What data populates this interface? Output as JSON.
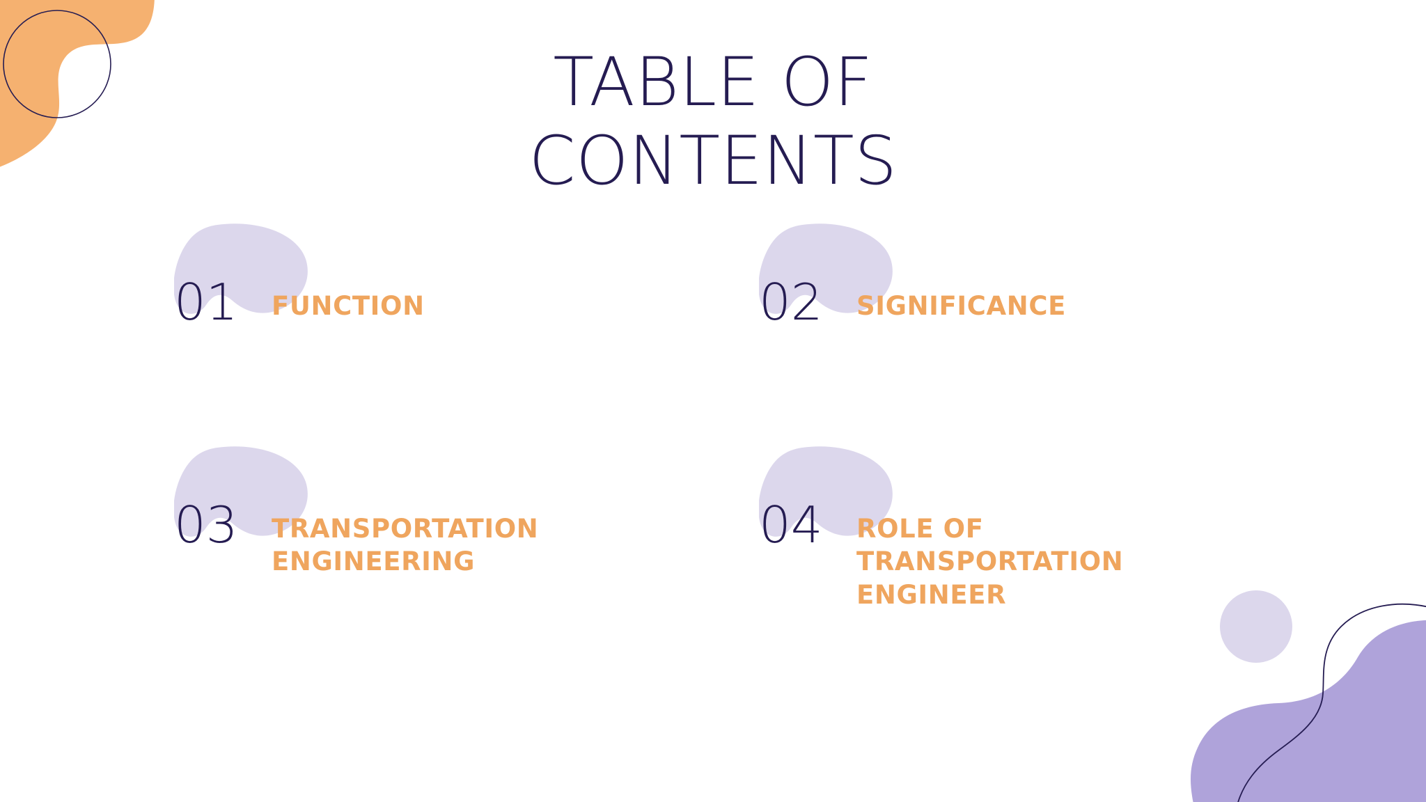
{
  "slide": {
    "title": "TABLE OF\nCONTENTS",
    "background_color": "#FFFFFF"
  },
  "colors": {
    "navy": "#251C52",
    "orange": "#EFA55E",
    "orange_blob": "#F5B170",
    "lavender_blob": "#DCD7EC",
    "purple_blob": "#AFA3DA",
    "light_circle": "#DCD7EC"
  },
  "toc": {
    "items": [
      {
        "number": "01",
        "label": "FUNCTION"
      },
      {
        "number": "02",
        "label": "SIGNIFICANCE"
      },
      {
        "number": "03",
        "label": "TRANSPORTATION\nENGINEERING"
      },
      {
        "number": "04",
        "label": "ROLE OF\nTRANSPORTATION\nENGINEER"
      }
    ]
  },
  "decorations": {
    "top_left": "orange-blob-with-circle-outline",
    "bottom_right": "purple-blob-with-circle-and-wave"
  }
}
